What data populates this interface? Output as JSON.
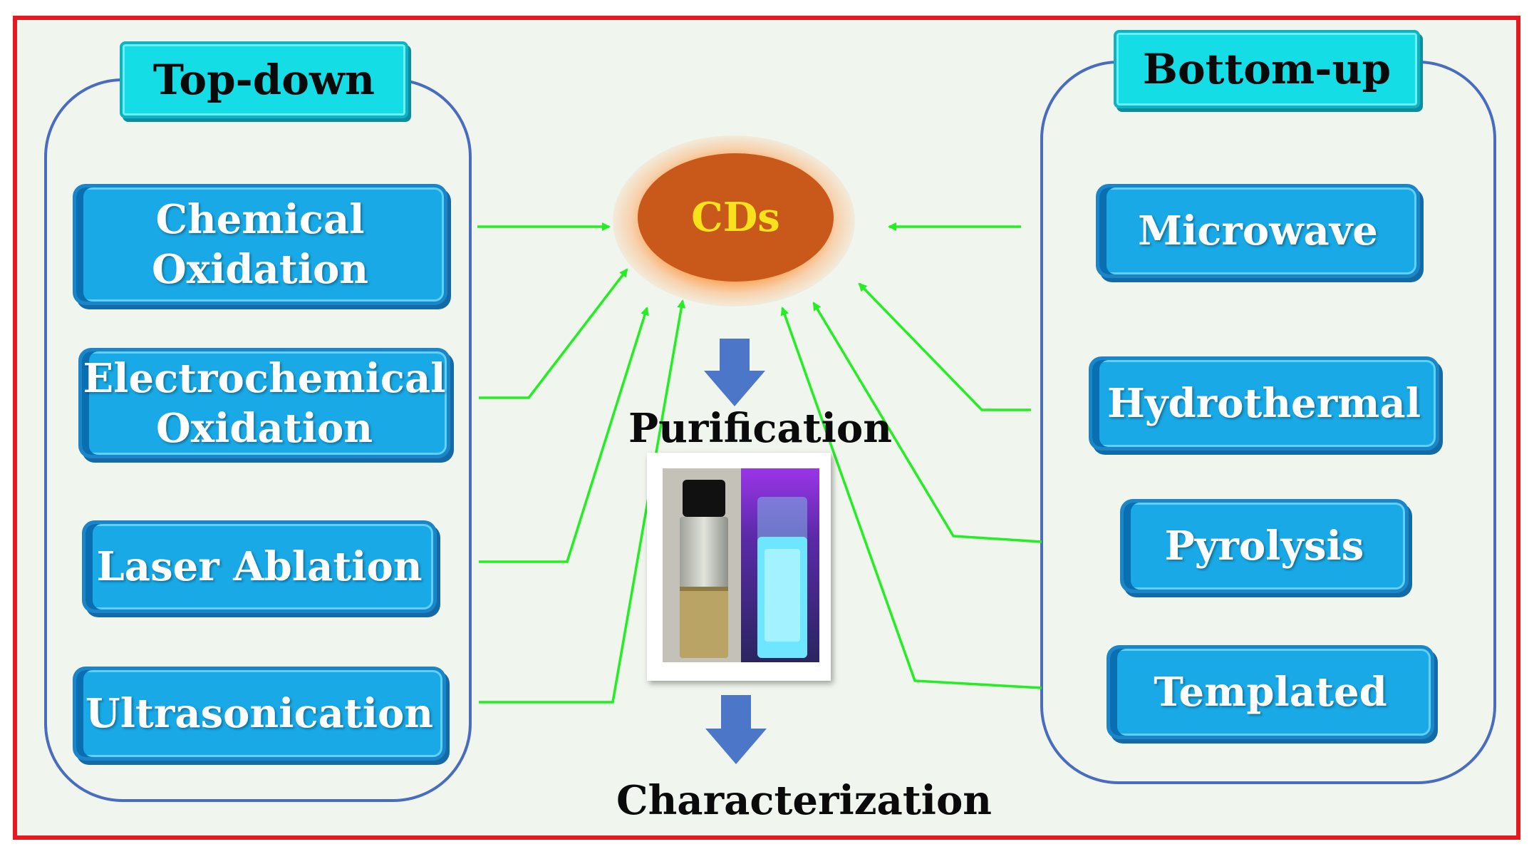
{
  "top_down": {
    "title": "Top-down",
    "methods": [
      {
        "line1": "Chemical",
        "line2": "Oxidation"
      },
      {
        "line1": "Electrochemical",
        "line2": "Oxidation"
      },
      {
        "line1": "Laser Ablation",
        "line2": ""
      },
      {
        "line1": "Ultrasonication",
        "line2": ""
      }
    ]
  },
  "bottom_up": {
    "title": "Bottom-up",
    "methods": [
      "Microwave",
      "Hydrothermal",
      "Pyrolysis",
      "Templated"
    ]
  },
  "center": {
    "product": "CDs",
    "step1": "Purification",
    "step2": "Characterization"
  },
  "colors": {
    "frame": "#e8191e",
    "background": "#f0f6ee",
    "group_outline": "#4a6cc0",
    "group_title": "#15dde6",
    "method_box": "#19a9e6",
    "connector": "#22ee22",
    "flow_arrow": "#4c76c8",
    "cds_fill": "#c9591a",
    "cds_text": "#f7e21c"
  }
}
